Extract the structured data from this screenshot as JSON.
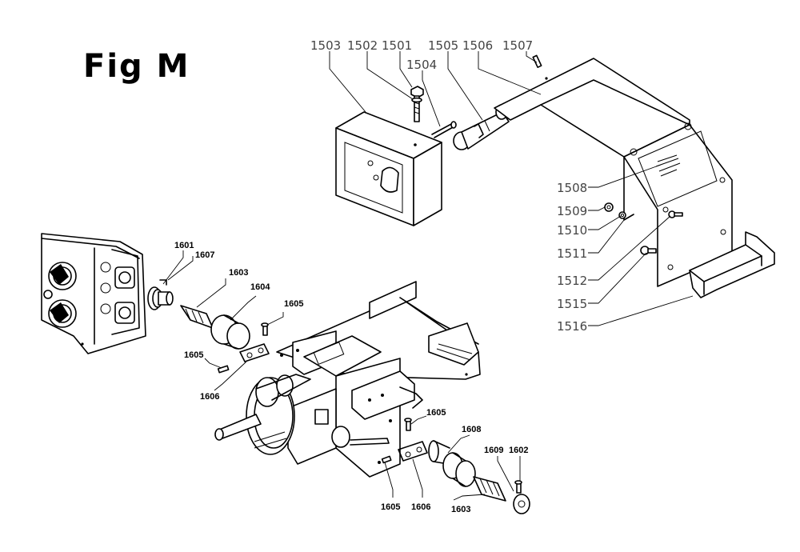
{
  "figure": {
    "title": "Fig M"
  },
  "callouts": {
    "top": [
      "1503",
      "1502",
      "1501",
      "1505",
      "1506",
      "1507",
      "1504"
    ],
    "right": [
      "1508",
      "1509",
      "1510",
      "1511",
      "1512",
      "1515",
      "1516"
    ],
    "left": [
      "1601",
      "1607",
      "1603",
      "1604",
      "1605",
      "1605",
      "1606"
    ],
    "bottom": [
      "1605",
      "1608",
      "1609",
      "1602",
      "1605",
      "1606",
      "1603"
    ]
  }
}
